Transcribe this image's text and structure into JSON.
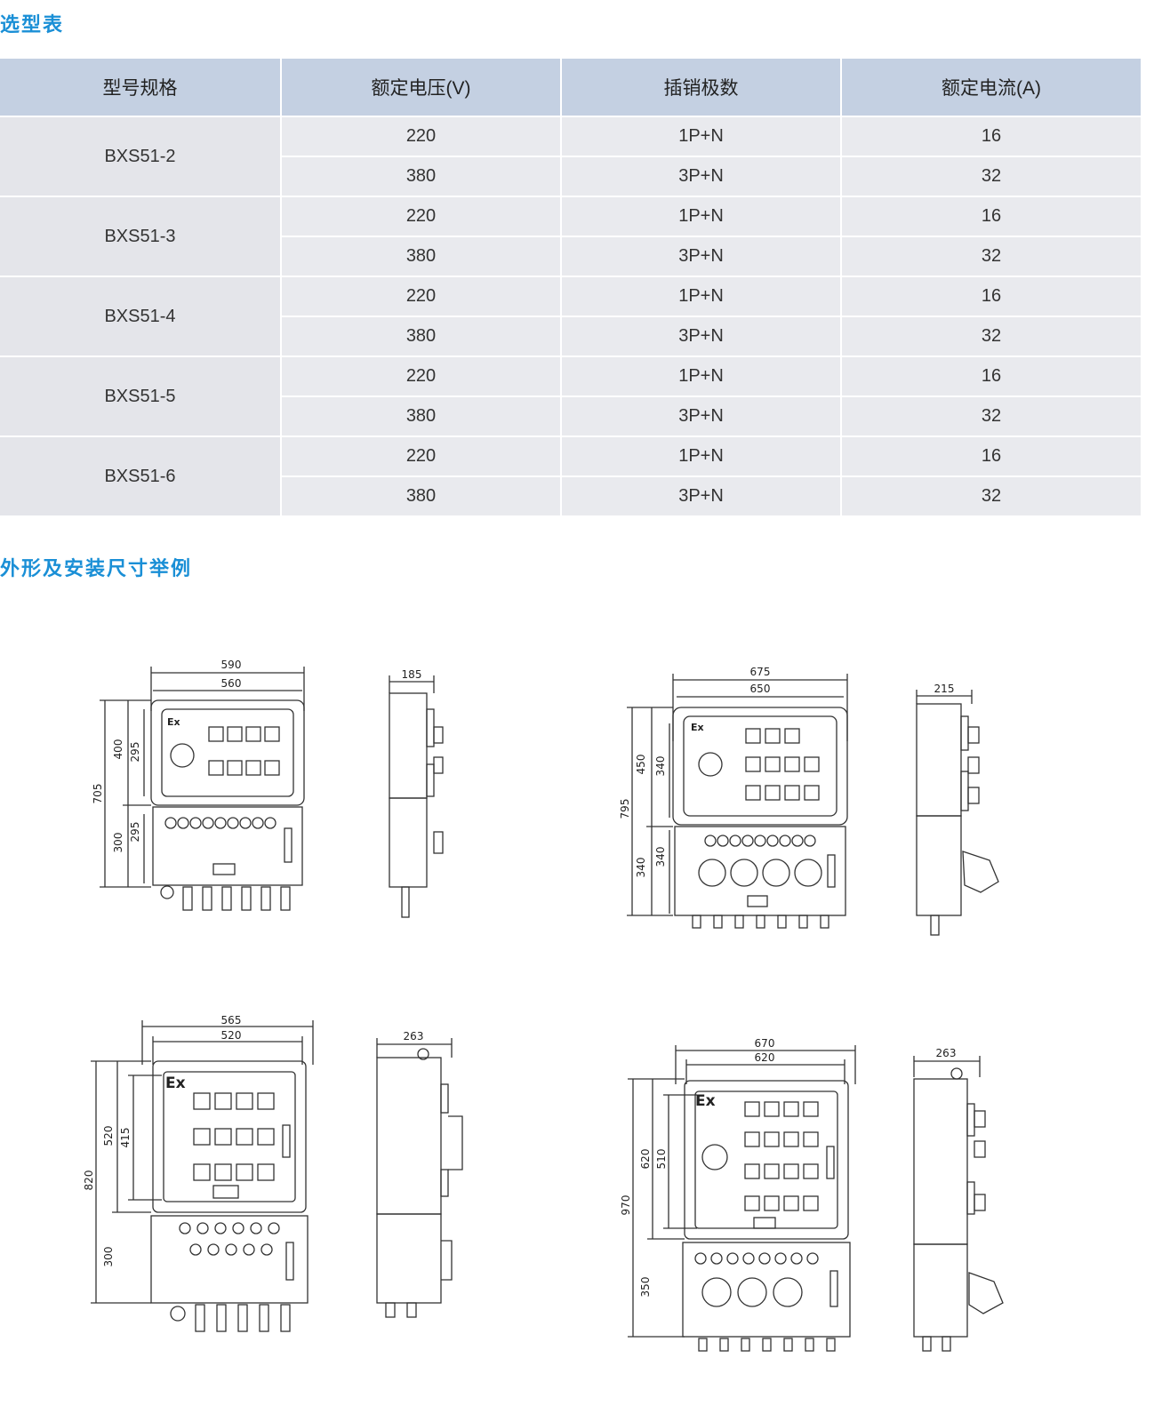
{
  "section1": {
    "title": "选型表"
  },
  "table": {
    "headers": [
      "型号规格",
      "额定电压(V)",
      "插销极数",
      "额定电流(A)"
    ],
    "groups": [
      {
        "model": "BXS51-2",
        "rows": [
          {
            "voltage": "220",
            "poles": "1P+N",
            "current": "16"
          },
          {
            "voltage": "380",
            "poles": "3P+N",
            "current": "32"
          }
        ]
      },
      {
        "model": "BXS51-3",
        "rows": [
          {
            "voltage": "220",
            "poles": "1P+N",
            "current": "16"
          },
          {
            "voltage": "380",
            "poles": "3P+N",
            "current": "32"
          }
        ]
      },
      {
        "model": "BXS51-4",
        "rows": [
          {
            "voltage": "220",
            "poles": "1P+N",
            "current": "16"
          },
          {
            "voltage": "380",
            "poles": "3P+N",
            "current": "32"
          }
        ]
      },
      {
        "model": "BXS51-5",
        "rows": [
          {
            "voltage": "220",
            "poles": "1P+N",
            "current": "16"
          },
          {
            "voltage": "380",
            "poles": "3P+N",
            "current": "32"
          }
        ]
      },
      {
        "model": "BXS51-6",
        "rows": [
          {
            "voltage": "220",
            "poles": "1P+N",
            "current": "16"
          },
          {
            "voltage": "380",
            "poles": "3P+N",
            "current": "32"
          }
        ]
      }
    ]
  },
  "section2": {
    "title": "外形及安装尺寸举例"
  },
  "drawings": [
    {
      "ex_mark": "Ex",
      "dims": {
        "outer_width": "590",
        "inner_width": "560",
        "depth": "185",
        "total_height": "705",
        "upper_outer": "400",
        "upper_inner": "295",
        "lower_outer": "300",
        "lower_inner": "295"
      }
    },
    {
      "ex_mark": "Ex",
      "dims": {
        "outer_width": "675",
        "inner_width": "650",
        "depth": "215",
        "total_height": "795",
        "upper_outer": "450",
        "upper_inner": "340",
        "lower_outer": "340",
        "lower_inner": "340"
      }
    },
    {
      "ex_mark": "Ex",
      "dims": {
        "outer_width": "565",
        "inner_width": "520",
        "depth": "263",
        "total_height": "820",
        "upper_outer": "520",
        "upper_inner": "415",
        "lower_outer": "300"
      }
    },
    {
      "ex_mark": "Ex",
      "dims": {
        "outer_width": "670",
        "inner_width": "620",
        "depth": "263",
        "total_height": "970",
        "upper_outer": "620",
        "upper_inner": "510",
        "lower_outer": "350"
      }
    }
  ]
}
